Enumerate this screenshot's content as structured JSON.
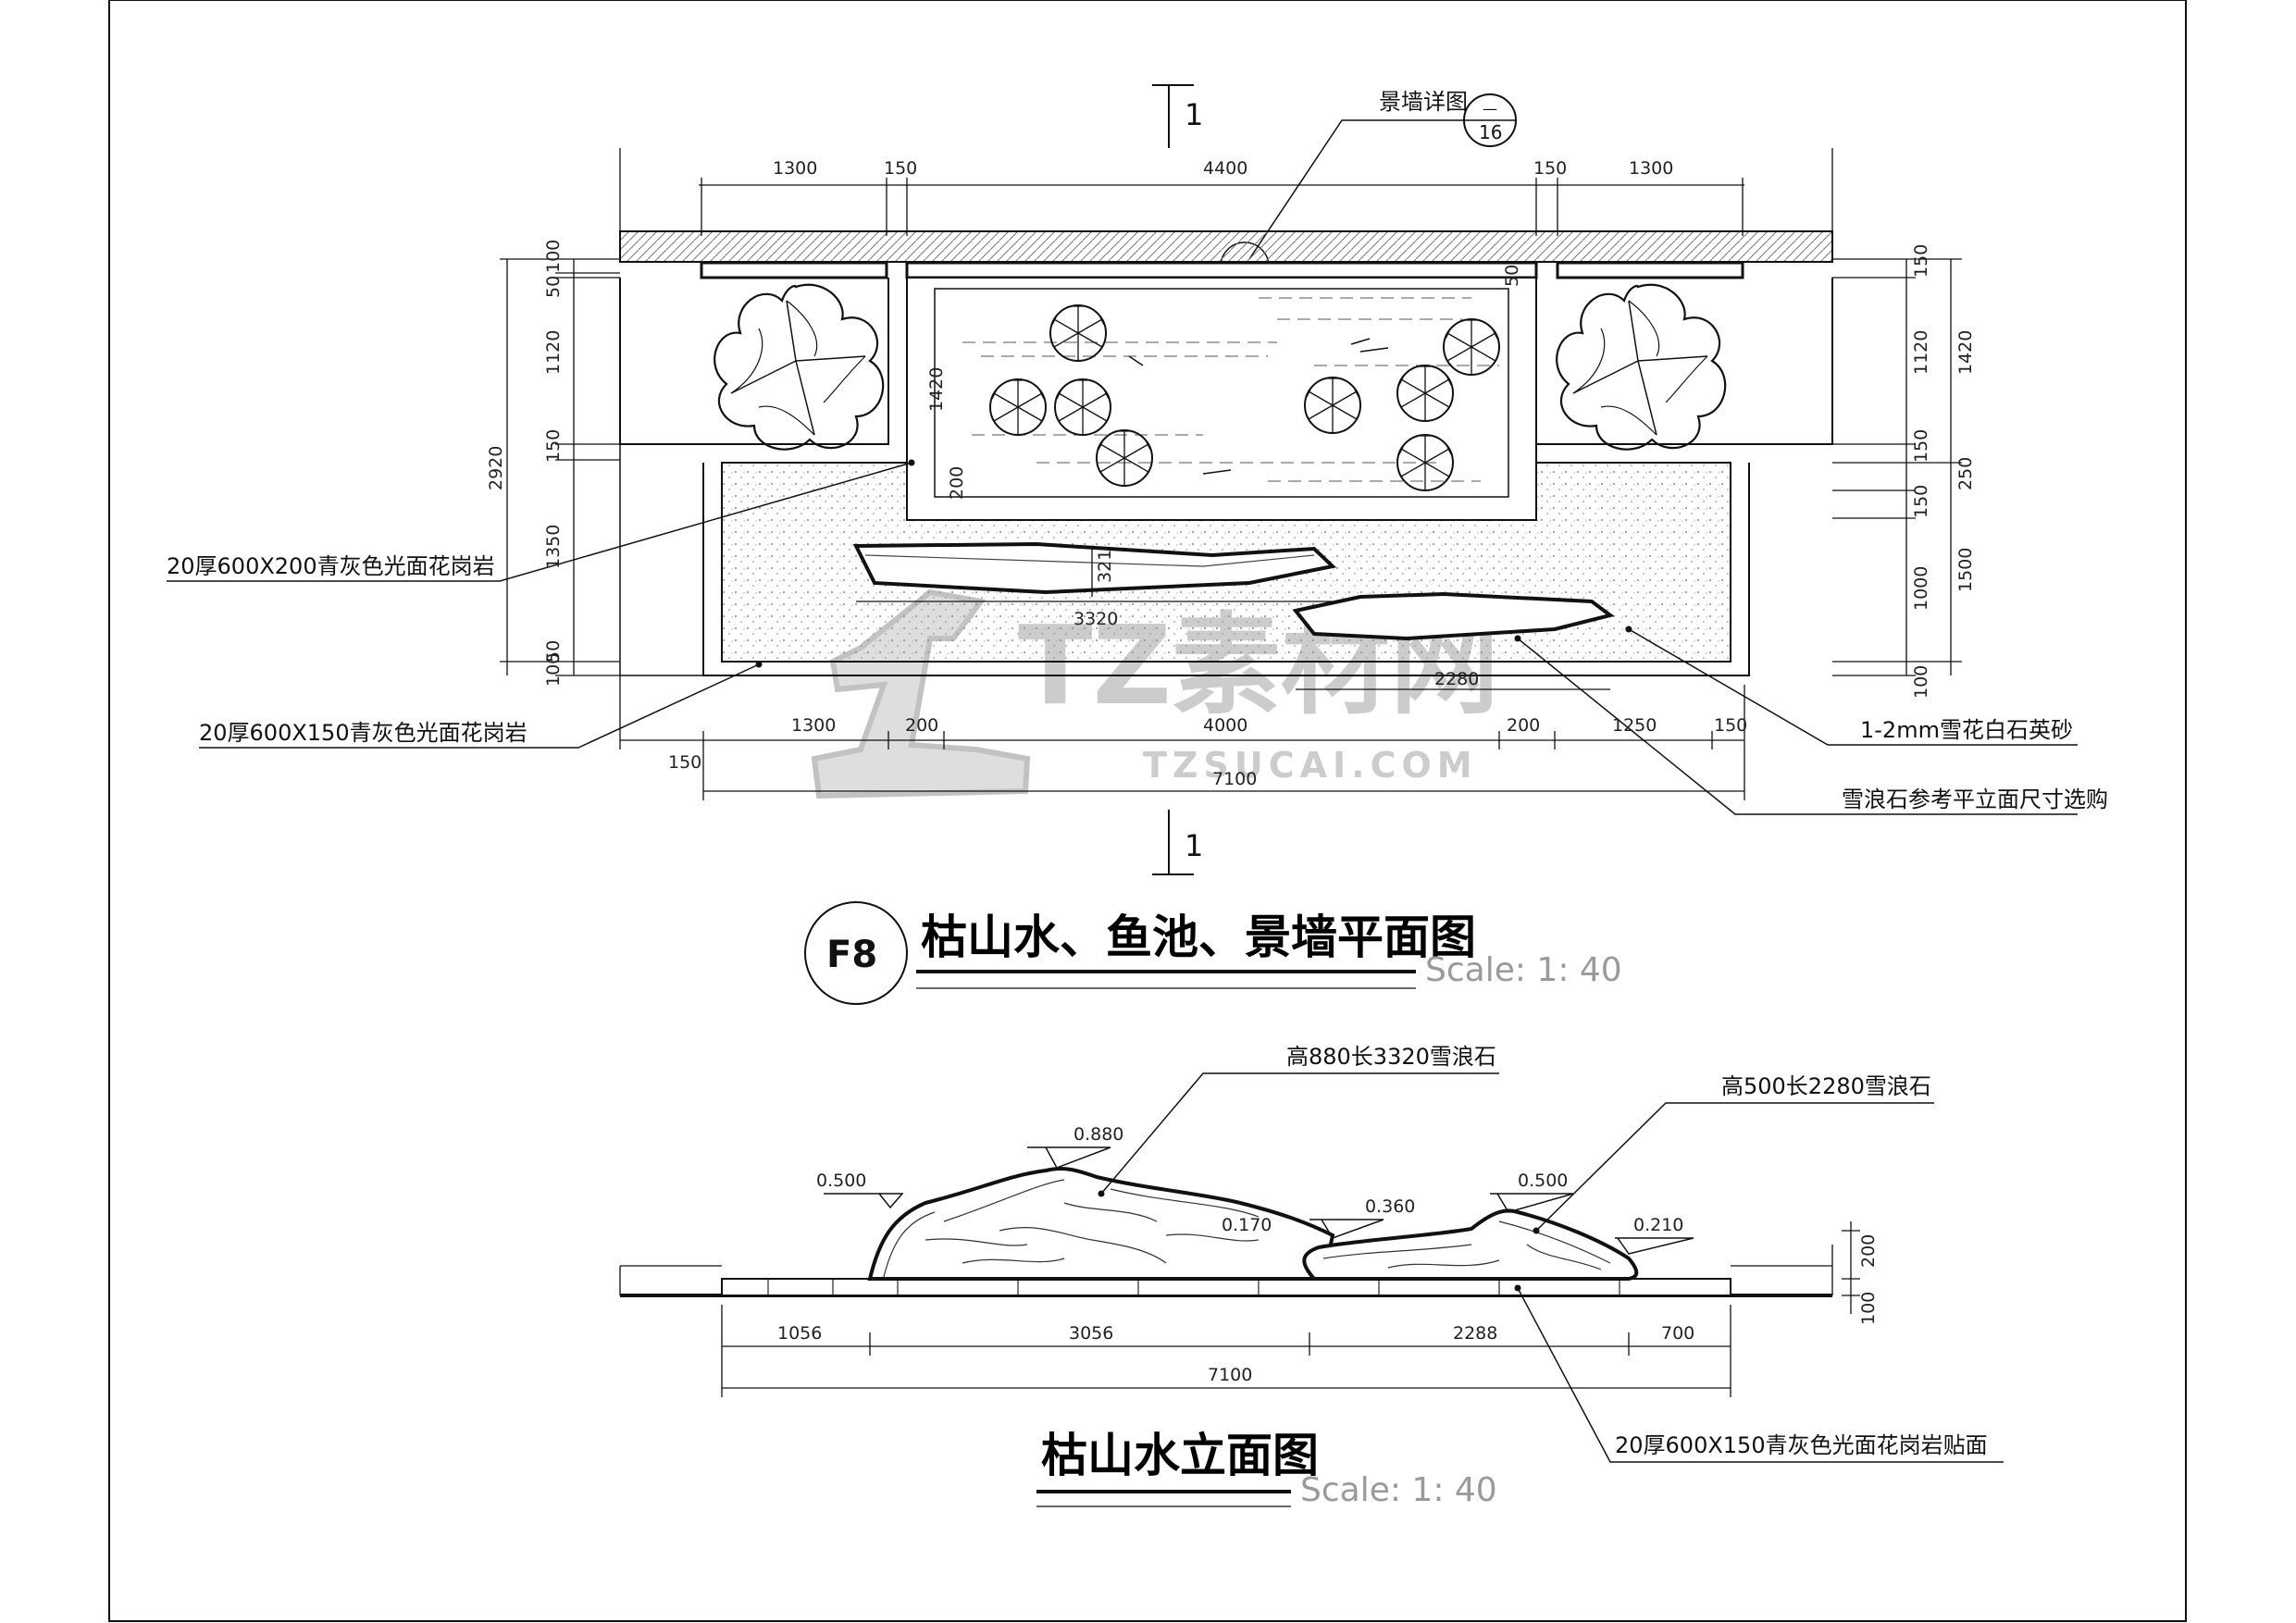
{
  "plan": {
    "section_mark": "1",
    "detail_ref": {
      "label": "景墙详图",
      "top": "—",
      "bottom": "16"
    },
    "dims_top": [
      "1300",
      "150",
      "4400",
      "150",
      "1300"
    ],
    "dims_left": [
      "100",
      "50",
      "1120",
      "150",
      "1350",
      "50",
      "100",
      "2920"
    ],
    "dims_right": [
      "150",
      "1120",
      "150",
      "150",
      "1000",
      "100",
      "1420",
      "250",
      "1500"
    ],
    "dims_inner": [
      "1420",
      "200",
      "50",
      "321",
      "3320",
      "2280"
    ],
    "dims_bottom": [
      "1300",
      "200",
      "4000",
      "200",
      "1250",
      "150",
      "150",
      "7100"
    ],
    "callouts": {
      "granite_200": "20厚600X200青灰色光面花岗岩",
      "granite_150": "20厚600X150青灰色光面花岗岩",
      "sand": "1-2mm雪花白石英砂",
      "stone_note": "雪浪石参考平立面尺寸选购"
    },
    "badge": "F8",
    "title": "枯山水、鱼池、景墙平面图",
    "scale": "Scale: 1: 40"
  },
  "elevation": {
    "callouts": {
      "stone_large": "高880长3320雪浪石",
      "stone_small": "高500长2280雪浪石",
      "paving": "20厚600X150青灰色光面花岗岩贴面"
    },
    "levels": [
      "0.500",
      "0.880",
      "0.360",
      "0.500",
      "0.210",
      "0.170"
    ],
    "dims_bottom": [
      "1056",
      "3056",
      "2288",
      "700",
      "7100"
    ],
    "dims_right": [
      "200",
      "100"
    ],
    "title": "枯山水立面图",
    "scale": "Scale: 1: 40"
  },
  "watermark": {
    "text": "TZ素材网",
    "sub": "TZSUCAI.COM"
  }
}
